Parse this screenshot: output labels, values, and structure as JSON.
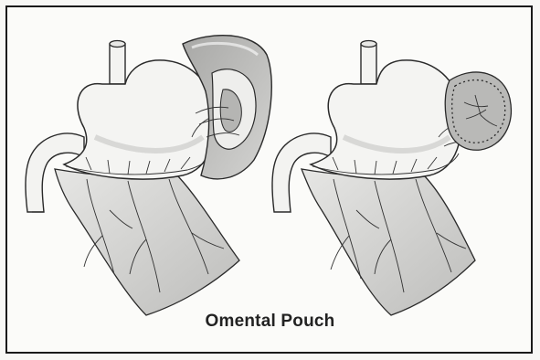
{
  "figure": {
    "caption": "Omental Pouch",
    "panels": [
      {
        "name": "left",
        "pouch_style": "open-cutaway"
      },
      {
        "name": "right",
        "pouch_style": "dotted-closed"
      }
    ],
    "colors": {
      "outline": "#2a2a2a",
      "stomach_fill": "#f3f3f1",
      "omentum_fill": "#d2d2d0",
      "pouch_dark": "#9a9a98",
      "pouch_light": "#c9c9c7",
      "vessel": "#333333"
    }
  }
}
